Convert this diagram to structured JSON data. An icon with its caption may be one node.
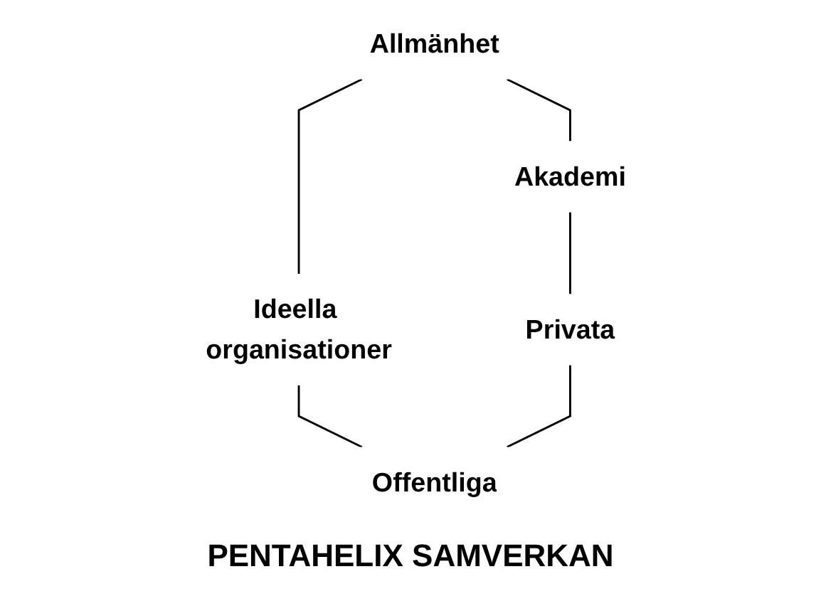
{
  "diagram": {
    "caption": "PENTAHELIX SAMVERKAN",
    "nodes": [
      {
        "text": [
          "Allmänhet"
        ]
      },
      {
        "text": [
          "Akademi"
        ]
      },
      {
        "text": [
          "Ideella organisationer"
        ]
      },
      {
        "text": [
          "Privata"
        ]
      },
      {
        "text": [
          "Offentliga"
        ]
      }
    ],
    "edges": [
      {
        "from": 0,
        "to": 1,
        "arrow": "none"
      },
      {
        "from": 0,
        "to": 2,
        "arrow": "none"
      },
      {
        "from": 1,
        "to": 3,
        "arrow": "none"
      },
      {
        "from": 2,
        "to": 4,
        "arrow": "none"
      },
      {
        "from": 3,
        "to": 4,
        "arrow": "none"
      }
    ]
  }
}
